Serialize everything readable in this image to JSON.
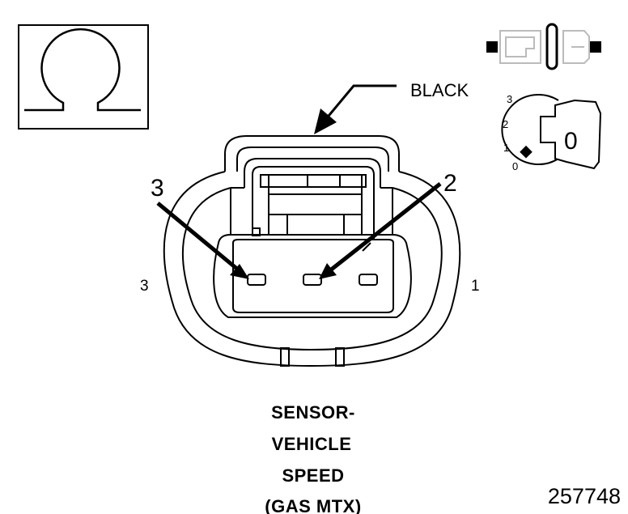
{
  "callout": {
    "color_label": "BLACK"
  },
  "pins": {
    "arrow_left": "3",
    "arrow_right": "2",
    "side_left": "3",
    "side_right": "1"
  },
  "ignition_switch": {
    "positions": [
      "3",
      "2",
      "1",
      "0"
    ],
    "key_label": "0"
  },
  "caption": {
    "lines": [
      "SENSOR-",
      "VEHICLE",
      "SPEED",
      "(GAS MTX)"
    ]
  },
  "figure_number": "257748",
  "icons": {
    "meter": "ohm-symbol-icon",
    "connector": "disconnected-connector-icon",
    "key": "ignition-key-off-icon"
  },
  "colors": {
    "line": "#000000",
    "background": "#ffffff",
    "ghost": "#bbbbbb"
  }
}
